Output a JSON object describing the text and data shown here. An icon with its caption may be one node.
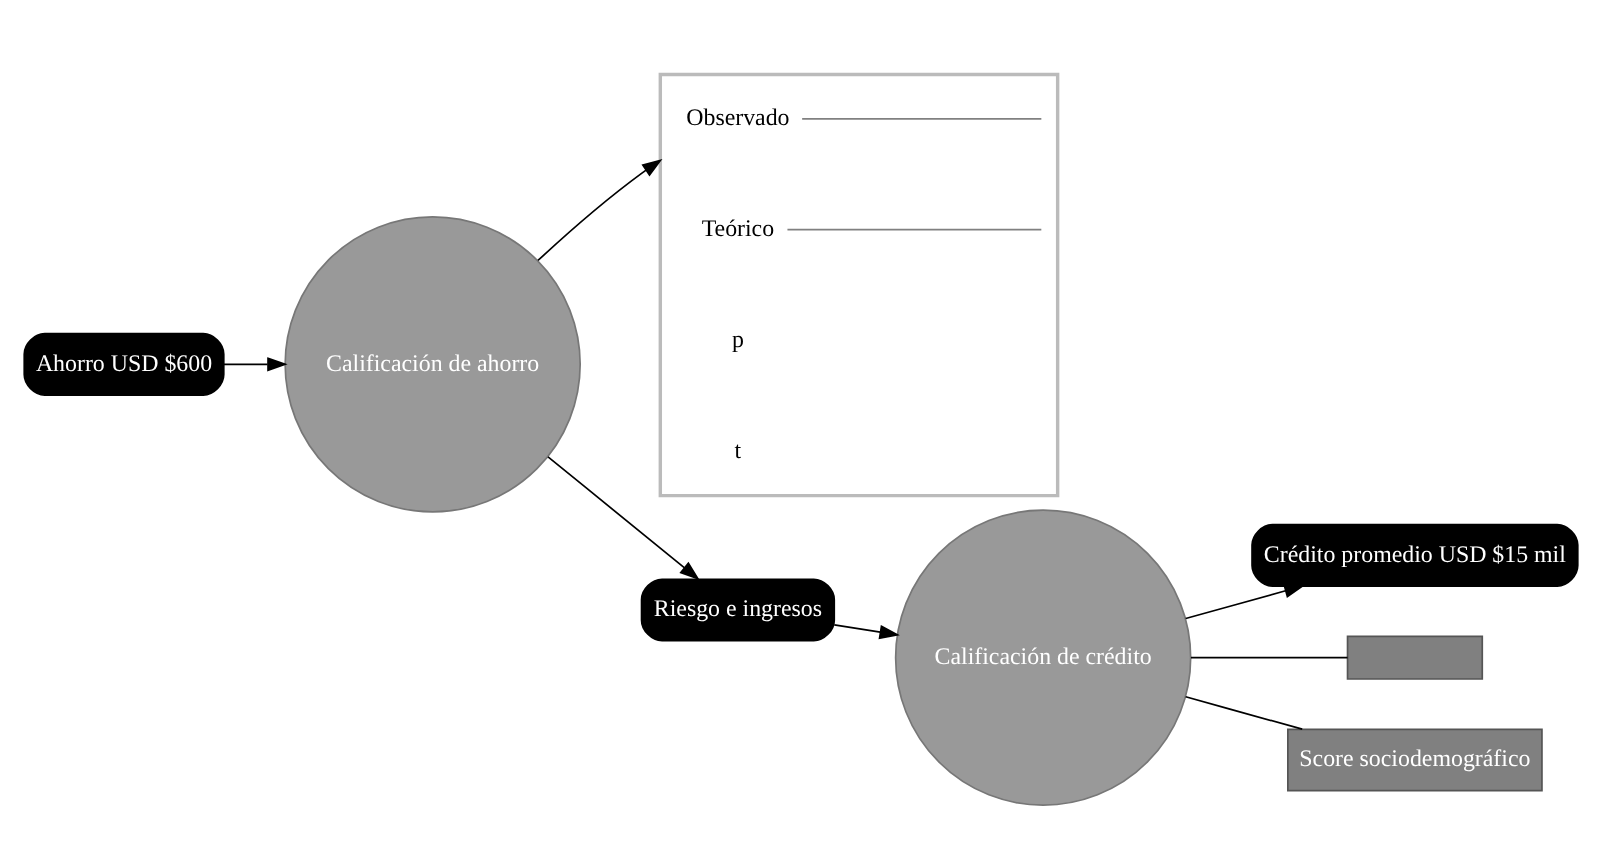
{
  "diagram": {
    "nodes": [
      {
        "text": [
          "Ahorro USD $600"
        ]
      },
      {
        "text": [
          "Calificación de ahorro"
        ]
      },
      {
        "text": [
          "Riesgo e ingresos"
        ]
      },
      {
        "text": [
          "Calificación de crédito"
        ]
      },
      {
        "text": [
          "Crédito promedio USD $15 mil"
        ]
      },
      {
        "text": [],
        "shape": "picture"
      },
      {
        "text": [
          "Observado"
        ],
        "in": 5
      },
      {
        "text": [
          "Teórico"
        ],
        "in": 5
      },
      {
        "text": [],
        "shape": "box"
      },
      {
        "text": [
          "Score sociodemográfico"
        ]
      }
    ],
    "edges": [
      {
        "from": 0,
        "to": 1,
        "arrow": "to"
      },
      {
        "from": 1,
        "to": 2,
        "arrow": "to"
      },
      {
        "from": 2,
        "to": 3,
        "arrow": "to"
      },
      {
        "from": 3,
        "to": 4,
        "arrow": "to"
      },
      {
        "from": 1,
        "to": 5,
        "arrow": "to"
      },
      {
        "from": 3,
        "to": 8,
        "arrow": "none"
      },
      {
        "from": 3,
        "to": 9,
        "arrow": "none"
      },
      {
        "from": 6,
        "to": null,
        "arrow": "none",
        "color": "#808080"
      },
      {
        "from": 7,
        "to": null,
        "arrow": "none",
        "color": "#808080"
      }
    ],
    "labels": [
      "p",
      "t"
    ]
  }
}
